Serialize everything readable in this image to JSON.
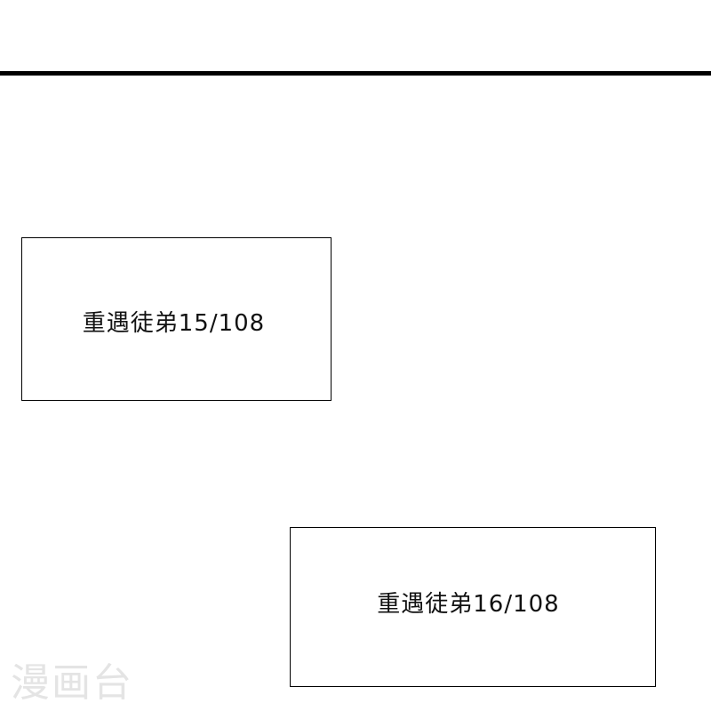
{
  "panels": [
    {
      "caption": "重遇徒弟15/108"
    },
    {
      "caption": "重遇徒弟16/108"
    }
  ],
  "watermark": "漫画台",
  "colors": {
    "background": "#ffffff",
    "ink": "#000000",
    "watermark": "#e4e4e4"
  }
}
